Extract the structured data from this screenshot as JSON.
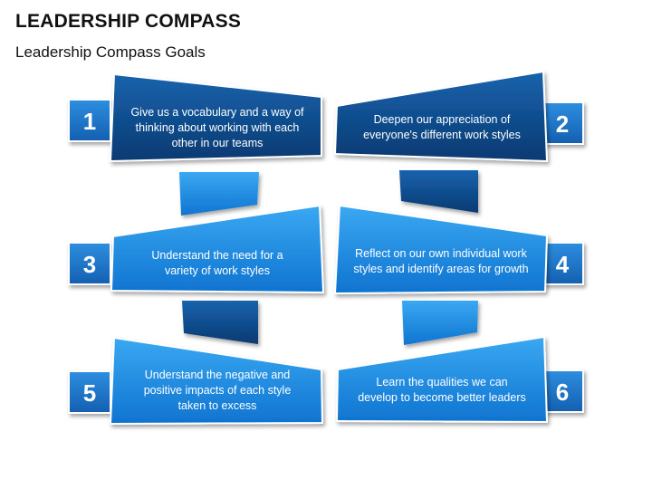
{
  "header": {
    "title": "LEADERSHIP COMPASS",
    "subtitle": "Leadership Compass Goals"
  },
  "colors": {
    "dark_blue": "#0b4d8f",
    "light_blue": "#1b90e6",
    "badge_blue": "#1f7bd1"
  },
  "goals": [
    {
      "number": "1",
      "text": "Give us a vocabulary and a way of\nthinking about working with each\nother in our teams"
    },
    {
      "number": "2",
      "text": "Deepen our appreciation of\neveryone's different work styles"
    },
    {
      "number": "3",
      "text": "Understand the need for a\nvariety of work styles"
    },
    {
      "number": "4",
      "text": "Reflect on our own individual work\nstyles and identify areas for growth"
    },
    {
      "number": "5",
      "text": "Understand the negative and\npositive impacts of each style\ntaken to excess"
    },
    {
      "number": "6",
      "text": "Learn the qualities we can\ndevelop to become better leaders"
    }
  ]
}
